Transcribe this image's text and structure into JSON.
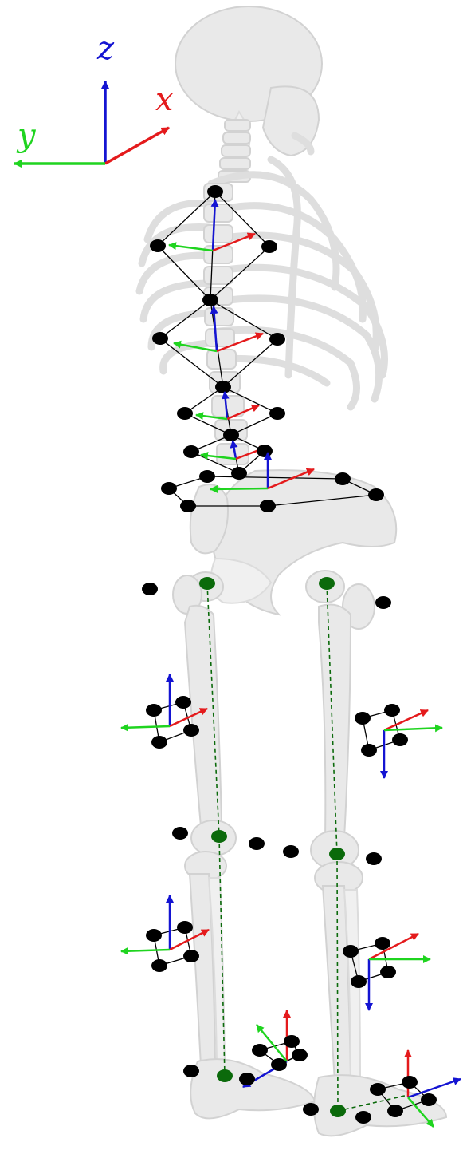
{
  "global_axes": {
    "z_label": "z",
    "x_label": "x",
    "y_label": "y",
    "colors": {
      "x": "#e41a1c",
      "y": "#1fd41f",
      "z": "#1414d2"
    }
  },
  "colors": {
    "marker": "#000000",
    "joint_center": "#0b6a0b",
    "dashed_line": "#0b6a0b",
    "bone": "#e9e9e9"
  },
  "segments": [
    "thoracic-upper",
    "thoracic-lower",
    "lumbar-upper",
    "lumbar-lower",
    "pelvis",
    "right-thigh",
    "left-thigh",
    "right-shank",
    "left-shank",
    "right-foot",
    "left-foot"
  ]
}
